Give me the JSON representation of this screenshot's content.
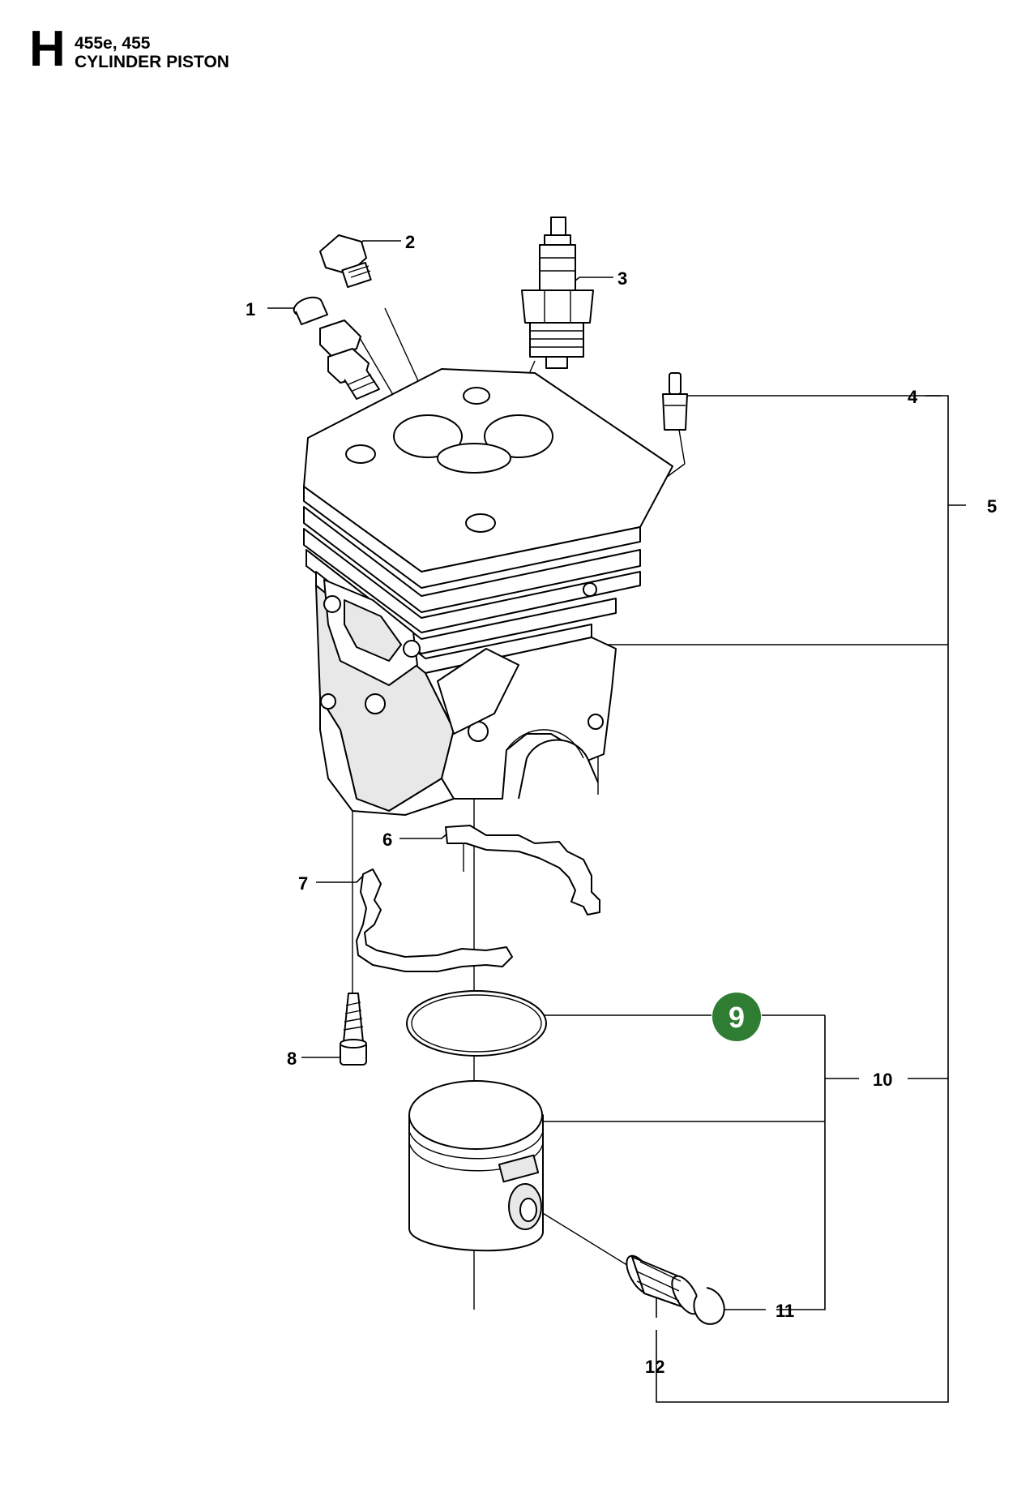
{
  "header": {
    "section_letter": "H",
    "models": "455e, 455",
    "title": "CYLINDER PISTON"
  },
  "callouts": {
    "c1": "1",
    "c2": "2",
    "c3": "3",
    "c4": "4",
    "c5": "5",
    "c6": "6",
    "c7": "7",
    "c8": "8",
    "c9": "9",
    "c10": "10",
    "c11": "11",
    "c12": "12"
  },
  "highlight": {
    "item": "9",
    "color": "#2e7d32"
  }
}
